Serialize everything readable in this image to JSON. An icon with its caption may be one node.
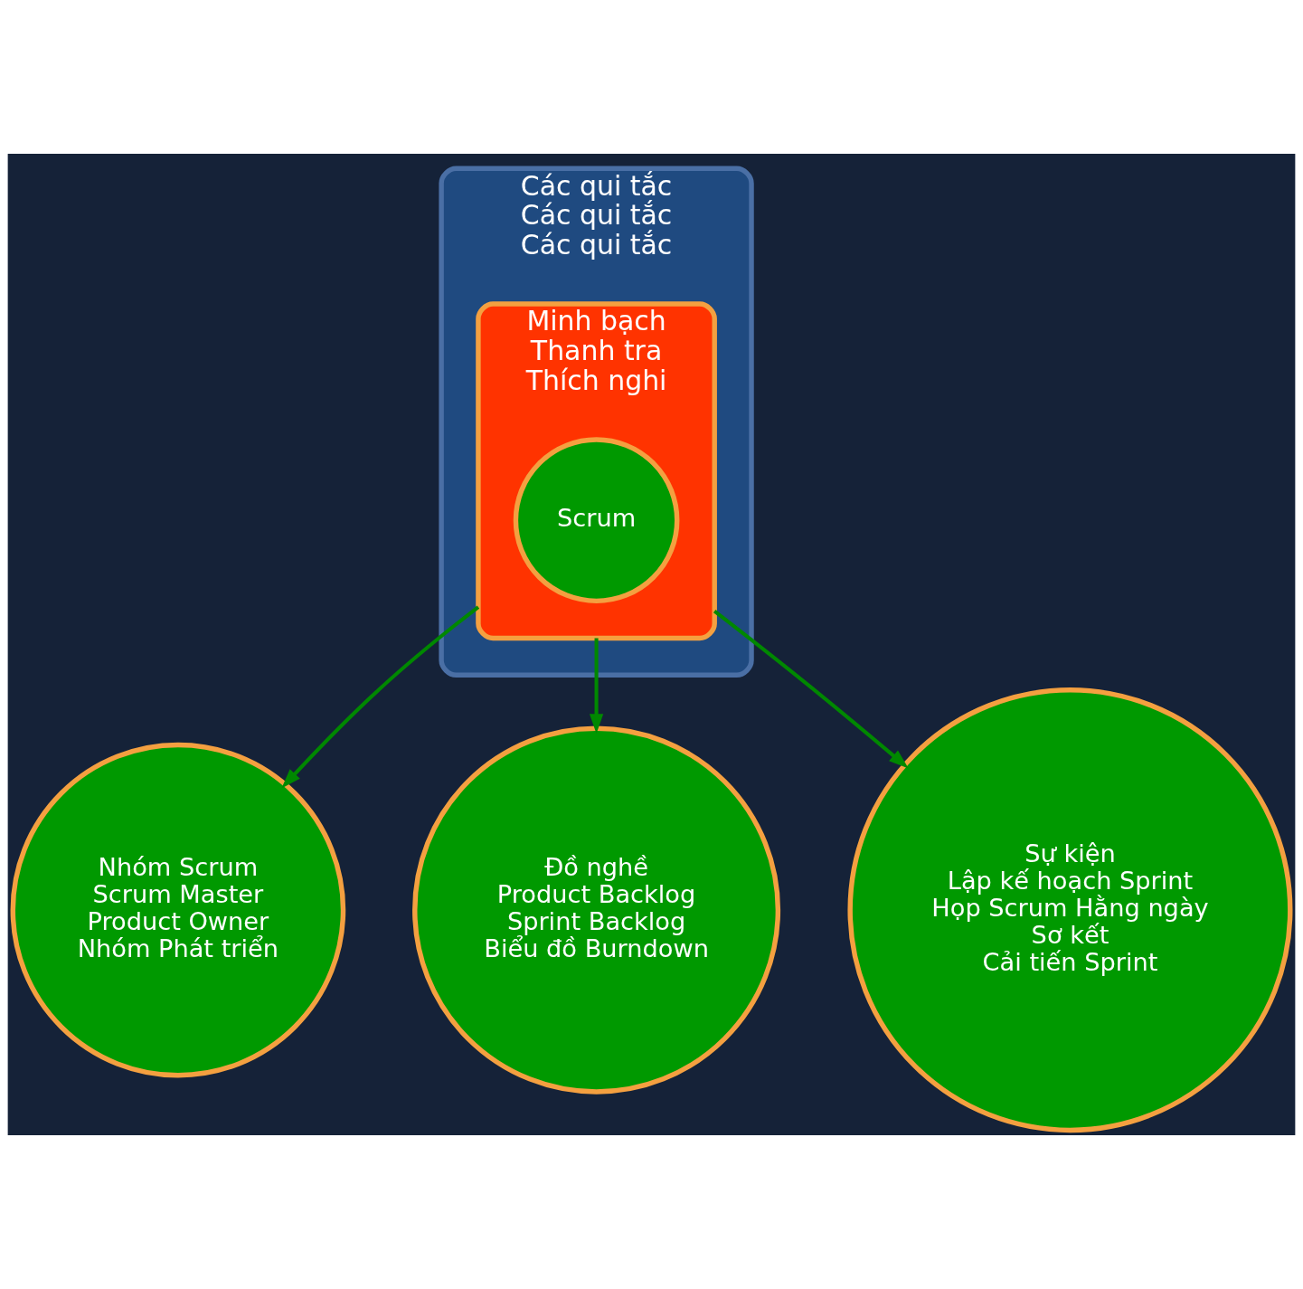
{
  "diagram": {
    "nodes": [
      {
        "text": [
          "Các qui tắc",
          "Các qui tắc",
          "Các qui tắc"
        ]
      },
      {
        "text": [
          "Minh bạch",
          "Thanh tra",
          "Thích nghi"
        ],
        "in": 0
      },
      {
        "text": [
          "Scrum"
        ],
        "in": 1
      },
      {
        "text": [
          "Nhóm Scrum",
          "Scrum Master",
          "Product Owner",
          "Nhóm Phát triển"
        ]
      },
      {
        "text": [
          "Đồ nghề",
          "Product Backlog",
          "Sprint Backlog",
          "Biểu đồ Burndown"
        ]
      },
      {
        "text": [
          "Sự kiện",
          "Lập kế hoạch Sprint",
          "Họp Scrum Hằng ngày",
          "Sơ kết",
          "Cải tiến Sprint"
        ]
      }
    ],
    "edges": [
      {
        "from": 1,
        "to": 3,
        "arrow": "to"
      },
      {
        "from": 1,
        "to": 4,
        "arrow": "to"
      },
      {
        "from": 1,
        "to": 5,
        "arrow": "to"
      }
    ]
  }
}
